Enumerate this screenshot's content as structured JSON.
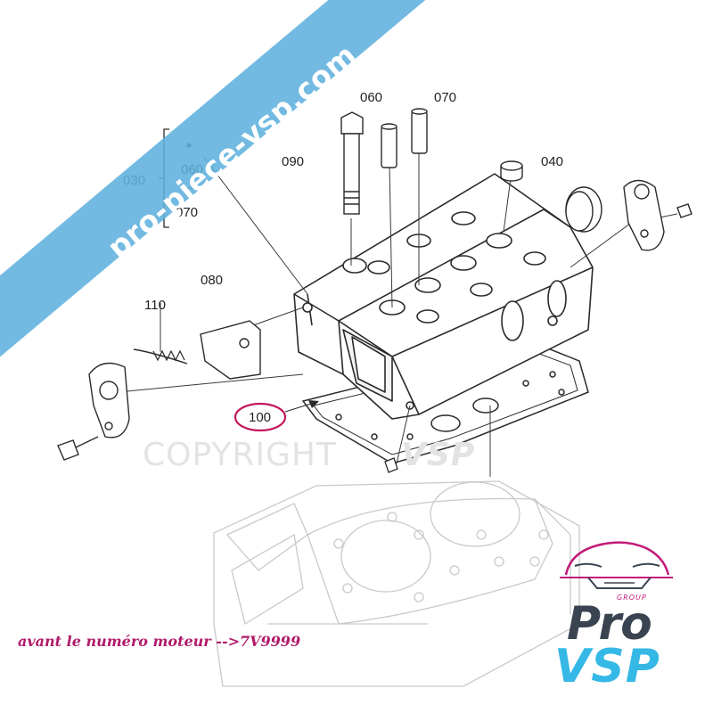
{
  "labels": {
    "030": "030",
    "040": "040",
    "060": "060",
    "070": "070",
    "080": "080",
    "090": "090",
    "100": "100",
    "110": "110",
    "bracket_top": "060",
    "bracket_tilde": "~",
    "bracket_bottom": "070"
  },
  "watermark": {
    "text": "COPYRIGHT",
    "brand": "VSP"
  },
  "banner": {
    "text": "pro-piece-vsp.com"
  },
  "note": {
    "text": "avant le numéro moteur -->7V9999"
  },
  "logo": {
    "group": "GROUP",
    "pro": "Pro",
    "vsp": "VSP"
  },
  "colors": {
    "banner": "#5fb0dd",
    "note": "#b01a6a",
    "highlight_circle": "#c2185b",
    "logo_blue": "#35b8e6",
    "logo_dark": "#3a4451",
    "logo_magenta": "#c21a7a"
  }
}
